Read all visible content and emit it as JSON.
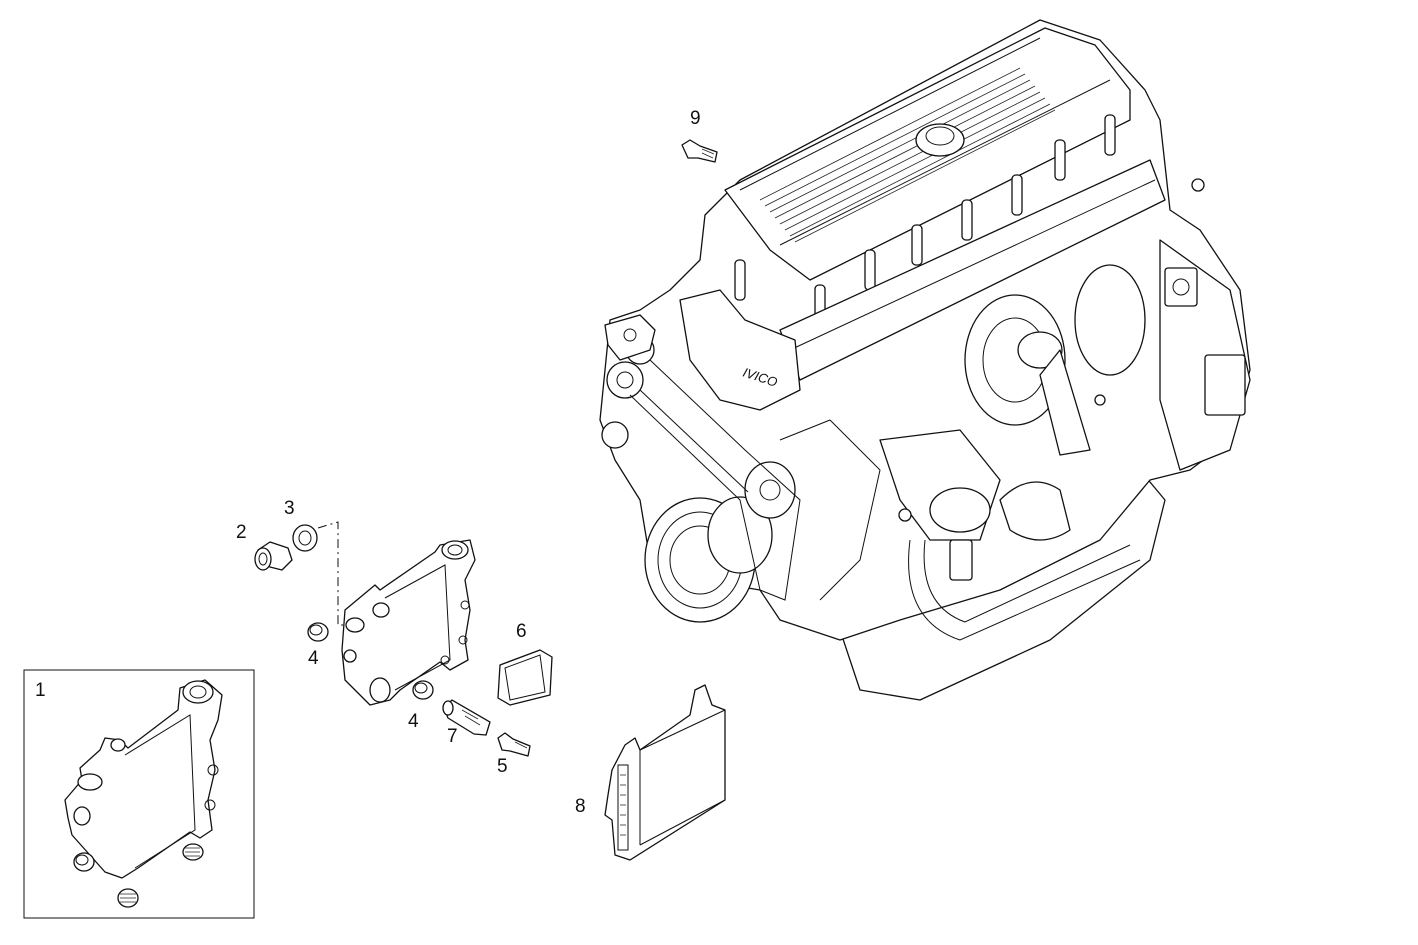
{
  "figure": {
    "engine_badge": "IVICO",
    "callouts": [
      {
        "id": "c1",
        "label": "1"
      },
      {
        "id": "c2",
        "label": "2"
      },
      {
        "id": "c3",
        "label": "3"
      },
      {
        "id": "c4a",
        "label": "4"
      },
      {
        "id": "c4b",
        "label": "4"
      },
      {
        "id": "c5",
        "label": "5"
      },
      {
        "id": "c6",
        "label": "6"
      },
      {
        "id": "c7",
        "label": "7"
      },
      {
        "id": "c8",
        "label": "8"
      },
      {
        "id": "c9",
        "label": "9"
      }
    ]
  }
}
